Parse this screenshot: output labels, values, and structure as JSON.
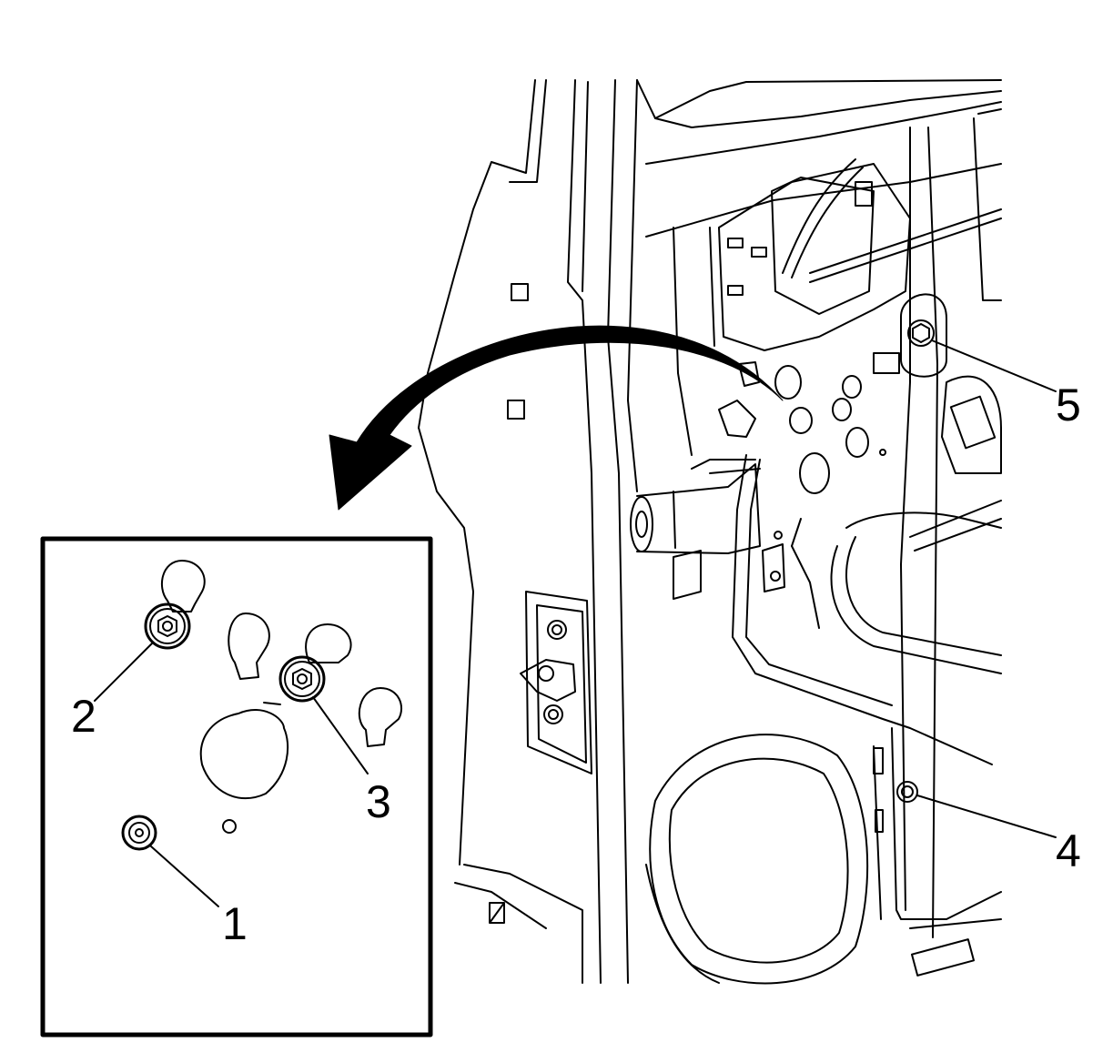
{
  "callouts": {
    "c1": "1",
    "c2": "2",
    "c3": "3",
    "c4": "4",
    "c5": "5"
  },
  "colors": {
    "line": "#000000",
    "background": "#ffffff"
  },
  "icons": {
    "arrow": "curved-arrow-icon",
    "fastener": "bolt-icon"
  }
}
